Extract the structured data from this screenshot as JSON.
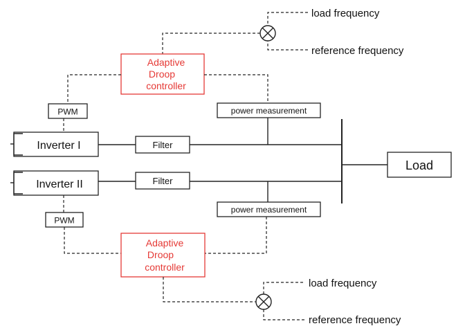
{
  "top": {
    "load_frequency": "load frequency",
    "reference_frequency": "reference frequency",
    "controller_lines": [
      "Adaptive",
      "Droop",
      "controller"
    ],
    "pwm": "PWM",
    "power_measurement": "power measurement"
  },
  "bottom": {
    "load_frequency": "load frequency",
    "reference_frequency": "reference frequency",
    "controller_lines": [
      "Adaptive",
      "Droop",
      "controller"
    ],
    "pwm": "PWM",
    "power_measurement": "power measurement"
  },
  "inverter_1": "Inverter I",
  "inverter_2": "Inverter II",
  "filter_1": "Filter",
  "filter_2": "Filter",
  "load": "Load",
  "colors": {
    "controller": "#e53935",
    "lines": "#222222"
  }
}
